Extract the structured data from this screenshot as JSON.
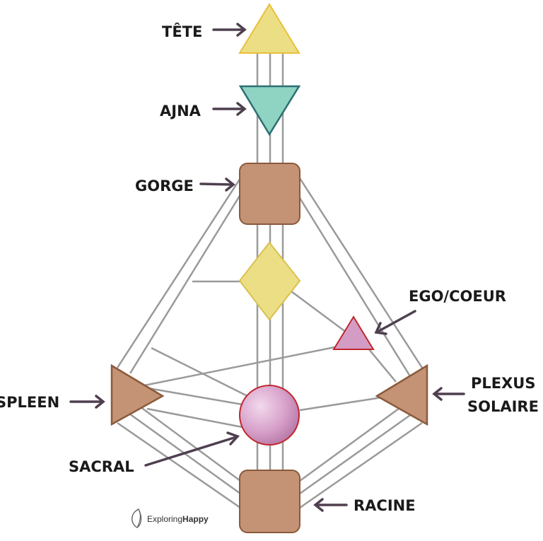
{
  "labels": {
    "tete": "TÊTE",
    "ajna": "AJNA",
    "gorge": "GORGE",
    "ego": "EGO/COEUR",
    "spleen": "SPLEEN",
    "plexus_1": "PLEXUS",
    "plexus_2": "SOLAIRE",
    "sacral": "SACRAL",
    "racine": "RACINE"
  },
  "brand": {
    "name_regular": "Exploring",
    "name_bold": "Happy",
    "icon": "leaf-logo-icon"
  },
  "colors": {
    "head_fill": "#ecde84",
    "head_stroke": "#e8bf3a",
    "ajna_fill": "#8fd3c2",
    "ajna_stroke": "#2d6f74",
    "brown_fill": "#c49274",
    "brown_stroke": "#8a5a3c",
    "g_fill": "#ecde84",
    "g_stroke": "#d9c050",
    "ego_fill": "#d49cc4",
    "ego_stroke": "#c0272d",
    "sacral_fill": "#d8a2cb",
    "sacral_stroke": "#c0272d",
    "channel": "#9a9a9a",
    "arrow": "#4f3f4f"
  }
}
